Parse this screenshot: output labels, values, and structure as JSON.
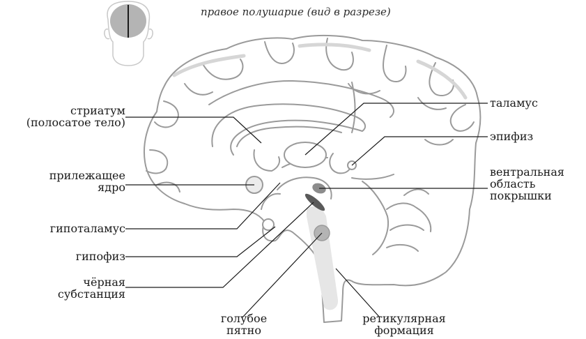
{
  "title": "правое полушарие (вид в разрезе)",
  "labels": {
    "striatum": [
      "стриатум",
      "(полосатое тело)"
    ],
    "nucleus_accumbens": [
      "прилежащее",
      "ядро"
    ],
    "hypothalamus": [
      "гипоталамус"
    ],
    "pituitary": [
      "гипофиз"
    ],
    "substantia_nigra": [
      "чёрная",
      "субстанция"
    ],
    "locus_coeruleus": [
      "голубое",
      "пятно"
    ],
    "reticular_formation": [
      "ретикулярная",
      "формация"
    ],
    "thalamus": [
      "таламус"
    ],
    "pineal": [
      "эпифиз"
    ],
    "vta": [
      "вентральная",
      "область",
      "покрышки"
    ]
  },
  "colors": {
    "outline": "#9a9a9a",
    "leader": "#1a1a1a",
    "light_fill": "#e6e6e6",
    "mid_fill": "#b4b4b4",
    "dark_fill": "#5a5a5a",
    "text": "#1a1a1a"
  }
}
